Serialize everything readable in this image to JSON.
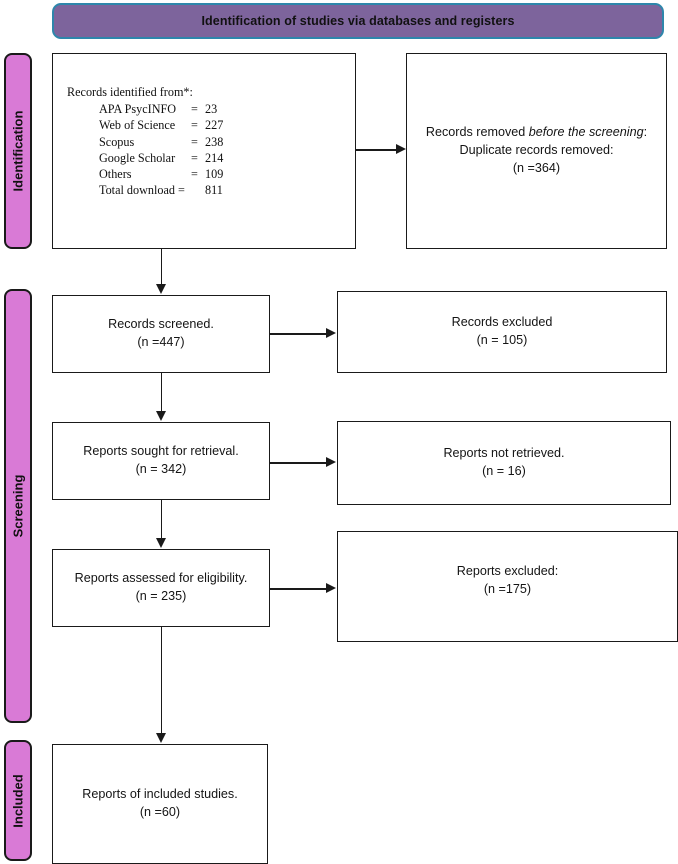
{
  "banner": {
    "title": "Identification of studies via databases and registers",
    "fill_color": "#7d649c",
    "border_color": "#2e86ab"
  },
  "stages": [
    {
      "id": "identification",
      "label": "Identification",
      "color": "#d97ad6"
    },
    {
      "id": "screening",
      "label": "Screening",
      "color": "#d97ad6"
    },
    {
      "id": "included",
      "label": "Included",
      "color": "#d97ad6"
    }
  ],
  "boxes": {
    "identified": {
      "heading": "Records identified from*:",
      "sources": [
        {
          "name": "APA PsycINFO",
          "eq": "=",
          "value": "23"
        },
        {
          "name": "Web of Science",
          "eq": "=",
          "value": "227"
        },
        {
          "name": "Scopus",
          "eq": "=",
          "value": "238"
        },
        {
          "name": "Google Scholar",
          "eq": "=",
          "value": "214"
        },
        {
          "name": "Others",
          "eq": "=",
          "value": "109"
        },
        {
          "name": "Total download =",
          "eq": "",
          "value": "811"
        }
      ]
    },
    "removed": {
      "line1_prefix": "Records removed ",
      "line1_italic": "before the screening",
      "line1_suffix": ":",
      "line2": "Duplicate records removed:",
      "line3": "(n =364)"
    },
    "screened": {
      "line1": "Records screened.",
      "line2": "(n =447)"
    },
    "excluded": {
      "line1": "Records excluded",
      "line2": "(n = 105)"
    },
    "sought": {
      "line1": "Reports sought for retrieval.",
      "line2": "(n = 342)"
    },
    "not_retrieved": {
      "line1": "Reports not retrieved.",
      "line2": "(n = 16)"
    },
    "assessed": {
      "line1": "Reports assessed for eligibility.",
      "line2": "(n = 235)"
    },
    "excluded_reports": {
      "line1": "Reports excluded:",
      "line2": "(n =175)"
    },
    "included": {
      "line1": "Reports of included studies.",
      "line2": "(n =60)"
    }
  }
}
